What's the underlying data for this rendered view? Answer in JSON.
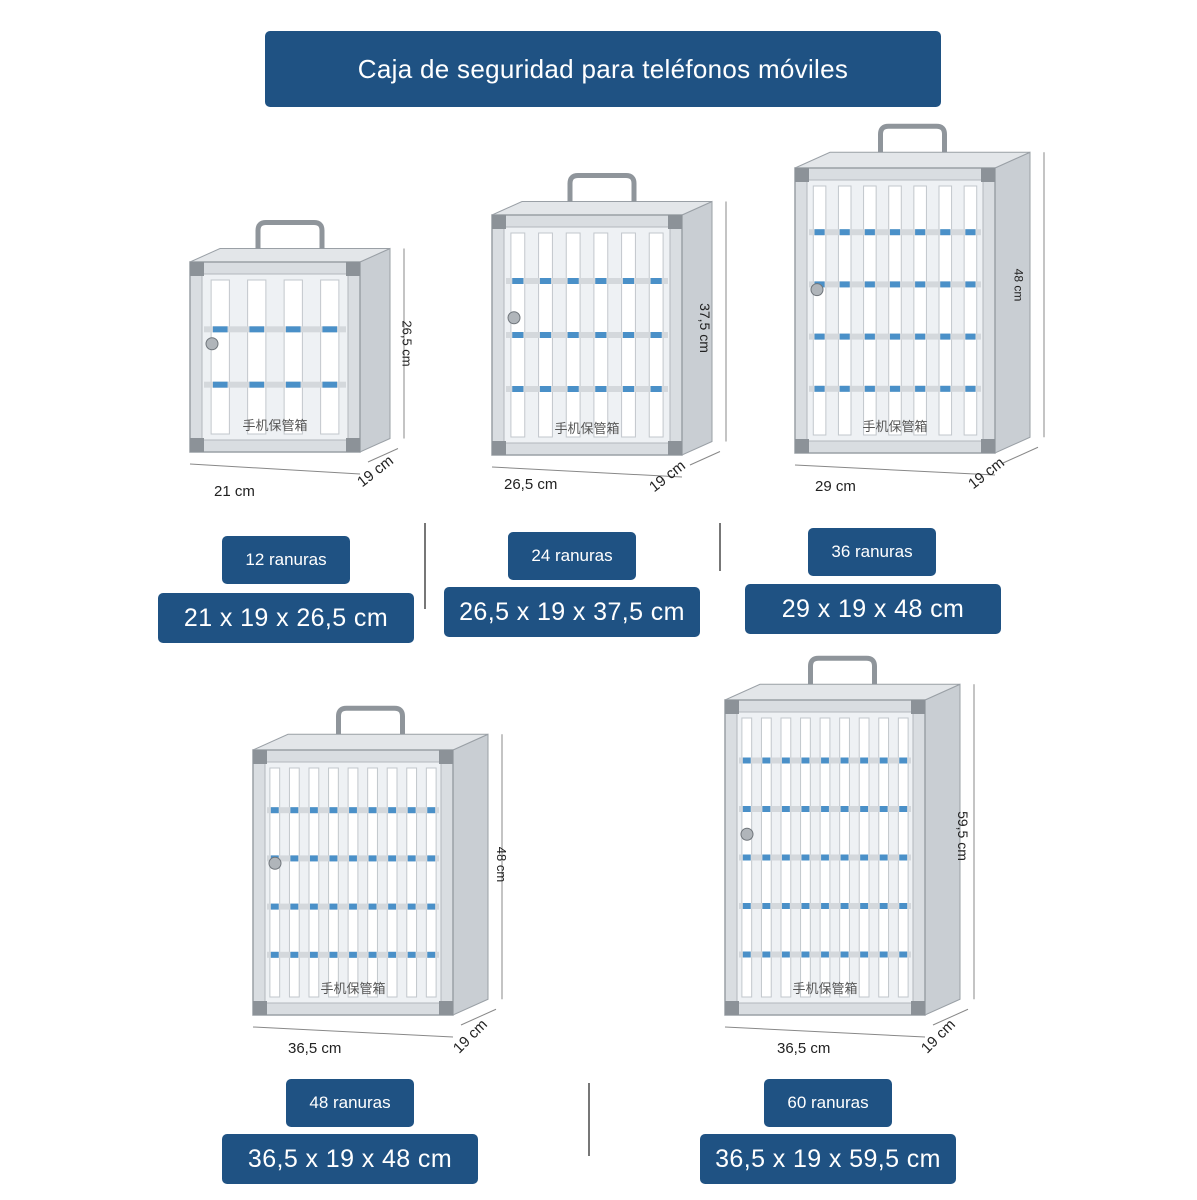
{
  "title": "Caja de seguridad para teléfonos móviles",
  "box_label": "手机保管箱",
  "products": [
    {
      "slots": "12 ranuras",
      "size": "21 x 19 x 26,5 cm",
      "width": "21 cm",
      "depth": "19 cm",
      "height": "26,5 cm",
      "columns": 4,
      "rows": 3
    },
    {
      "slots": "24 ranuras",
      "size": "26,5 x 19 x 37,5 cm",
      "width": "26,5 cm",
      "depth": "19 cm",
      "height": "37,5 cm",
      "columns": 6,
      "rows": 4
    },
    {
      "slots": "36 ranuras",
      "size": "29 x 19 x 48 cm",
      "width": "29 cm",
      "depth": "19 cm",
      "height": "48 cm",
      "columns": 7,
      "rows": 5
    },
    {
      "slots": "48 ranuras",
      "size": "36,5 x 19 x 48 cm",
      "width": "36,5 cm",
      "depth": "19 cm",
      "height": "48 cm",
      "columns": 9,
      "rows": 5
    },
    {
      "slots": "60 ranuras",
      "size": "36,5 x 19 x 59,5 cm",
      "width": "36,5 cm",
      "depth": "19 cm",
      "height": "59,5 cm",
      "columns": 9,
      "rows": 6
    }
  ],
  "colors": {
    "accent": "#1f5283",
    "aluminum": "#d9dde1",
    "slot_tag": "#4a90c8"
  }
}
